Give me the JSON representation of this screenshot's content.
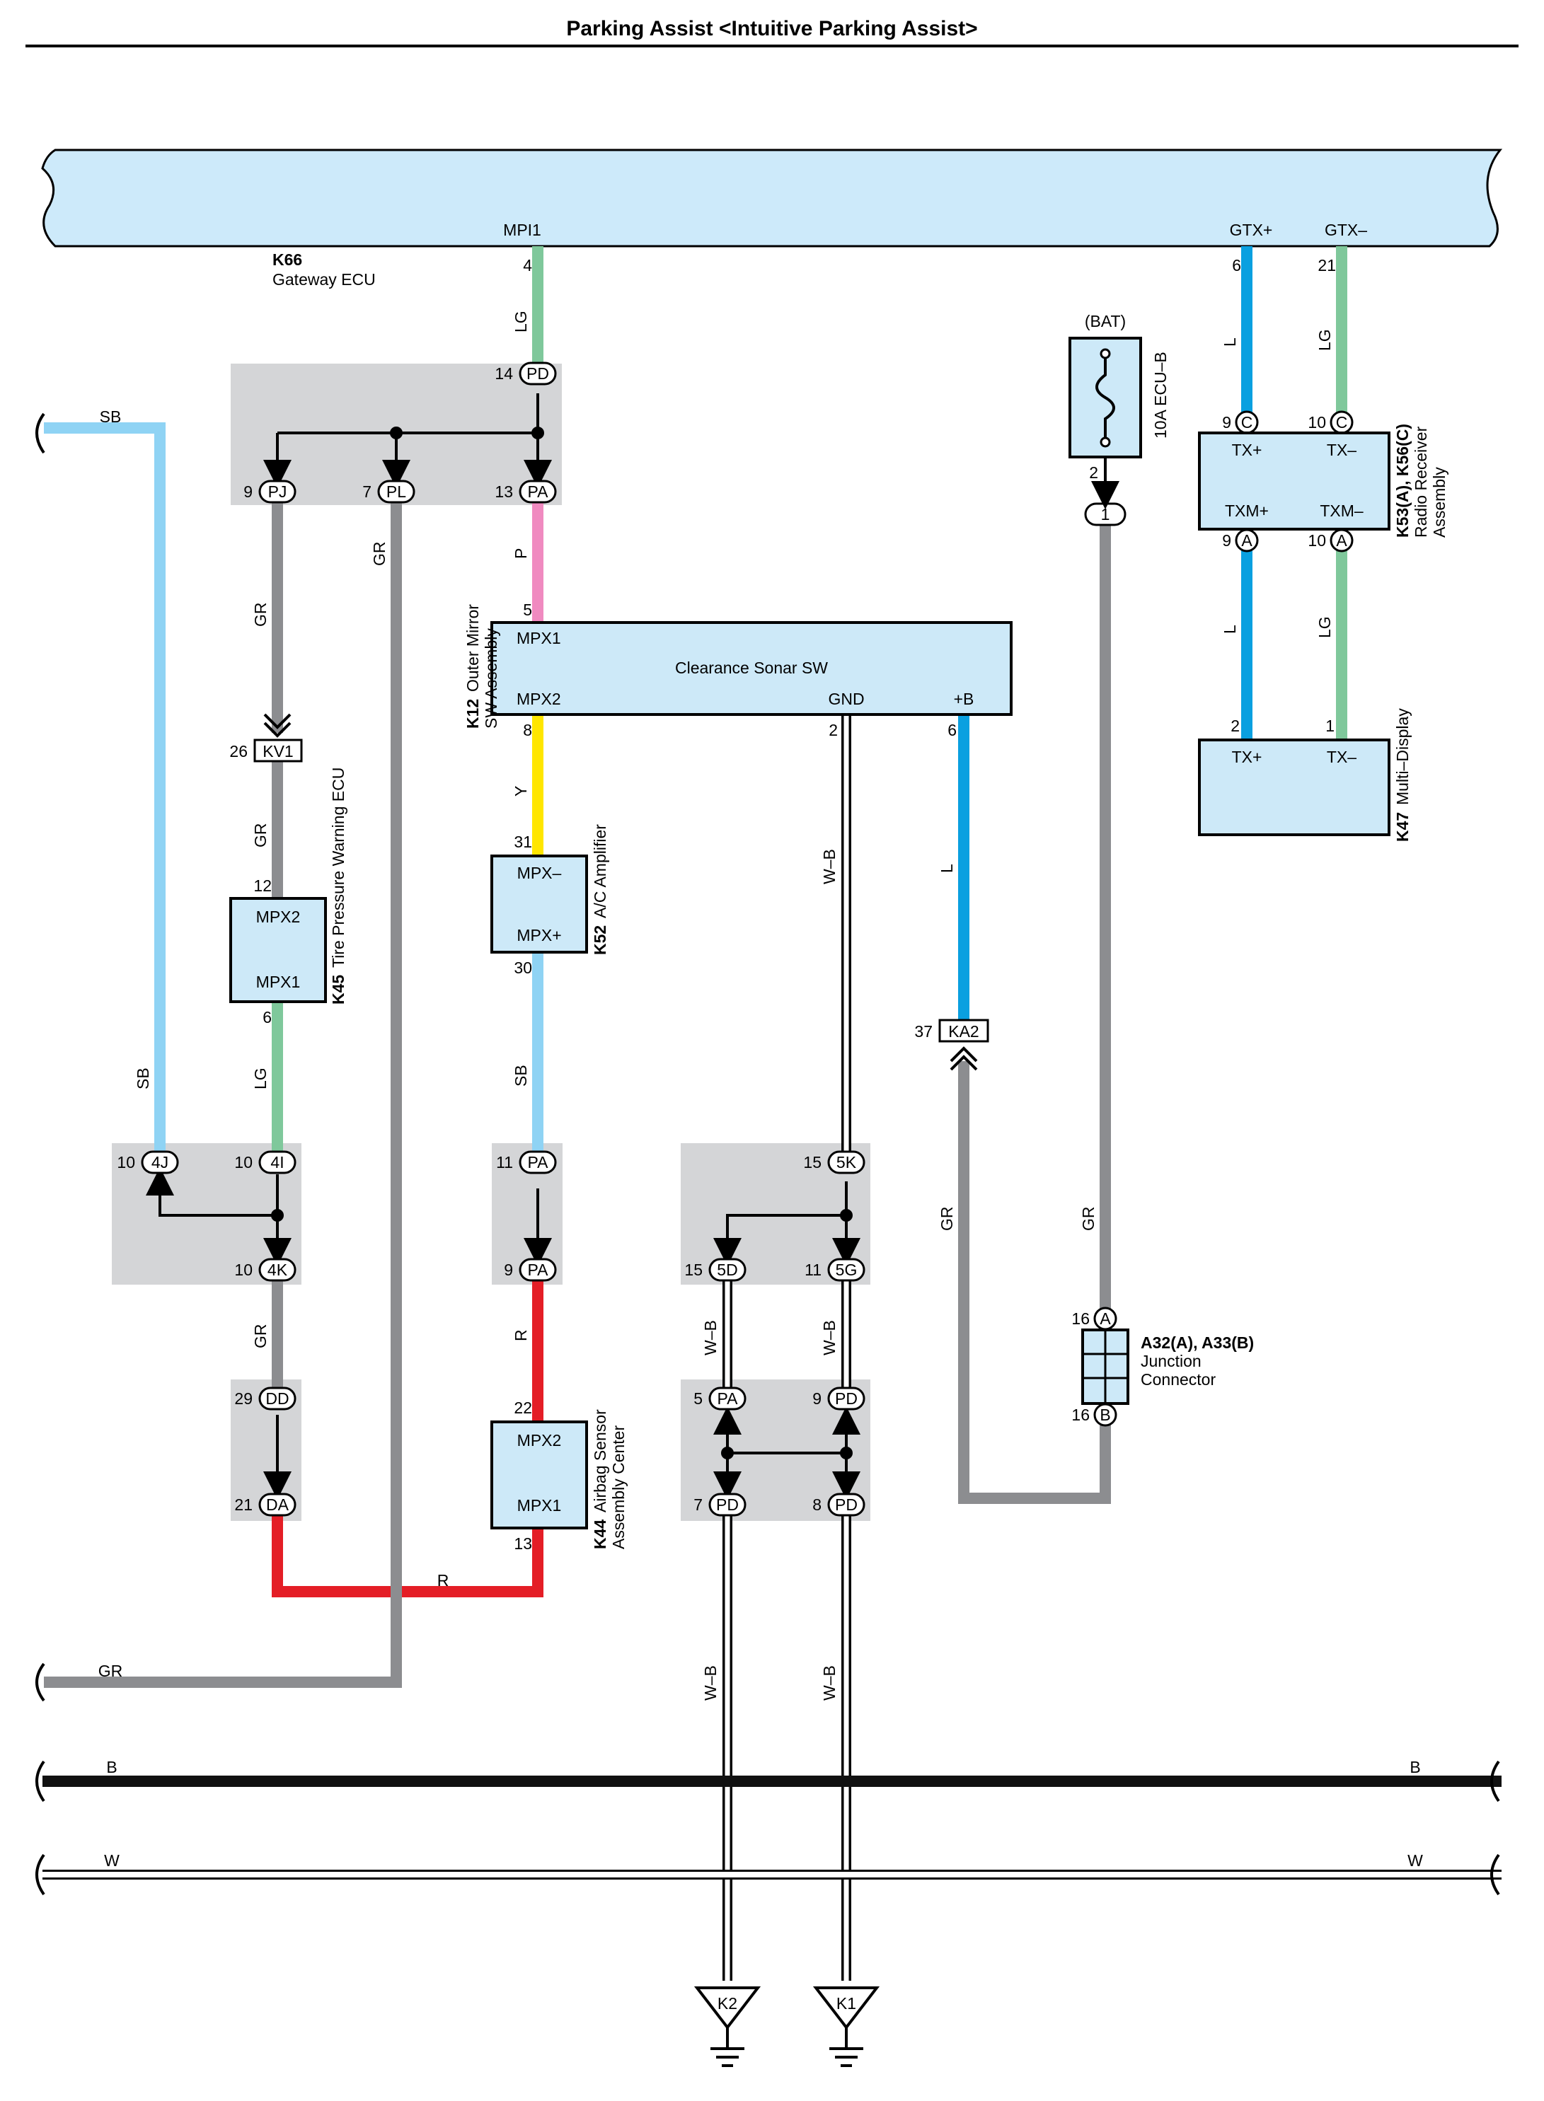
{
  "title": "Parking Assist <Intuitive Parking Assist>",
  "colors": {
    "LG": "#7fc89b",
    "L": "#0aa0e0",
    "SB": "#8fd3f4",
    "GR": "#8c8d90",
    "P": "#f08ac0",
    "Y": "#ffe600",
    "R": "#e41e26",
    "B": "#111111",
    "W": "#ffffff",
    "box": "#cde9f8",
    "shade": "#d4d5d7"
  },
  "gateway": {
    "code": "K66",
    "name": "Gateway ECU",
    "pin_mpi1": "MPI1",
    "pin_gtxp": "GTX+",
    "pin_gtxm": "GTX–",
    "num_mpi1": "4",
    "num_gtxp": "6",
    "num_gtxm": "21"
  },
  "junction_top": {
    "pd_num": "14",
    "pd": "PD",
    "pj_num": "9",
    "pj": "PJ",
    "pl_num": "7",
    "pl": "PL",
    "pa_num": "13",
    "pa": "PA"
  },
  "k12": {
    "code": "K12",
    "name1": "Outer Mirror",
    "name2": "SW Assembly",
    "title": "Clearance Sonar SW",
    "mpx1": "MPX1",
    "mpx2": "MPX2",
    "gnd": "GND",
    "b": "+B",
    "n5": "5",
    "n8": "8",
    "n2": "2",
    "n6": "6"
  },
  "k52": {
    "code": "K52",
    "name": "A/C Amplifier",
    "mpxm": "MPX–",
    "mpxp": "MPX+",
    "n31": "31",
    "n30": "30"
  },
  "k45": {
    "code": "K45",
    "name": "Tire Pressure Warning ECU",
    "mpx2": "MPX2",
    "mpx1": "MPX1",
    "n12": "12",
    "n6": "6"
  },
  "k44": {
    "code": "K44",
    "name1": "Airbag Sensor",
    "name2": "Assembly Center",
    "mpx2": "MPX2",
    "mpx1": "MPX1",
    "n22": "22",
    "n13": "13"
  },
  "k53": {
    "code": "K53(A), K56(C)",
    "name1": "Radio Receiver",
    "name2": "Assembly",
    "txp": "TX+",
    "txm": "TX–",
    "txmp": "TXM+",
    "txmm": "TXM–",
    "n9c": "9",
    "n10c": "10",
    "c": "C",
    "n9a": "9",
    "n10a": "10",
    "a": "A"
  },
  "k47": {
    "code": "K47",
    "name": "Multi–Display",
    "txp": "TX+",
    "txm": "TX–",
    "n2": "2",
    "n1": "1"
  },
  "fuse": {
    "bat": "(BAT)",
    "name": "10A ECU–B",
    "n2": "2",
    "n1": "1"
  },
  "kv1": {
    "num": "26",
    "label": "KV1"
  },
  "ka2": {
    "num": "37",
    "label": "KA2"
  },
  "j4": {
    "n4j": "10",
    "l4j": "4J",
    "n4i": "10",
    "l4i": "4I",
    "n4k": "10",
    "l4k": "4K"
  },
  "jdd": {
    "ndd": "29",
    "ldd": "DD",
    "nda": "21",
    "lda": "DA"
  },
  "jpa": {
    "n1": "11",
    "l1": "PA",
    "n2": "9",
    "l2": "PA"
  },
  "j5": {
    "n5k": "15",
    "l5k": "5K",
    "n5d": "15",
    "l5d": "5D",
    "n5g": "11",
    "l5g": "5G"
  },
  "jpd": {
    "npa": "5",
    "lpa": "PA",
    "npd": "9",
    "lpd": "PD",
    "n7": "7",
    "l7": "PD",
    "n8": "8",
    "l8": "PD"
  },
  "jc": {
    "code": "A32(A), A33(B)",
    "name1": "Junction",
    "name2": "Connector",
    "n16a": "16",
    "a": "A",
    "n16b": "16",
    "b": "B"
  },
  "grounds": {
    "k2": "K2",
    "k1": "K1"
  },
  "wires": {
    "lg": "LG",
    "l": "L",
    "sb": "SB",
    "gr": "GR",
    "p": "P",
    "y": "Y",
    "r": "R",
    "wb": "W–B",
    "b": "B",
    "w": "W"
  }
}
